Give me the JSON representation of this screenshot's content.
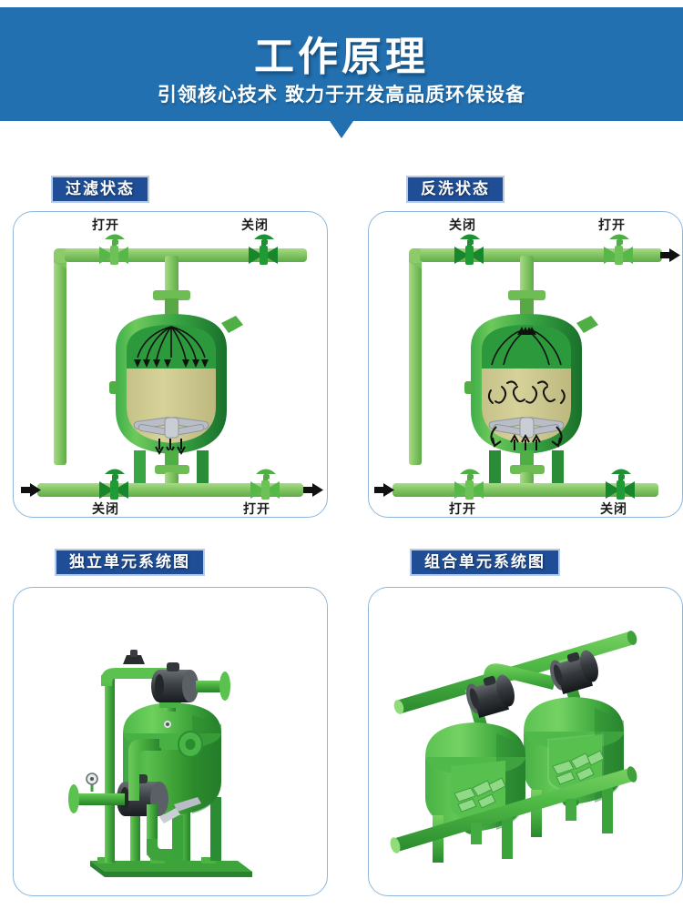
{
  "header": {
    "title": "工作原理",
    "subtitle": "引领核心技术  致力于开发高品质环保设备",
    "bg_color": "#2270b0",
    "text_color": "#ffffff"
  },
  "theme": {
    "badge_bg": "#1f4e96",
    "badge_border": "#b9cbe4",
    "card_border": "#8fb6da",
    "pipe_light": "#86c765",
    "pipe_mid": "#5ab34a",
    "tank_green": "#2f9b3f",
    "tank_dark": "#1d7a2e",
    "media_khaki": "#cdc98f",
    "valve_dark": "#3a3a3a",
    "arrow_black": "#111111"
  },
  "sections": [
    {
      "id": "filter-state",
      "label": "过滤状态",
      "valves": [
        {
          "name": "top-left-valve",
          "label": "打开",
          "state": "open"
        },
        {
          "name": "top-right-valve",
          "label": "关闭",
          "state": "closed"
        },
        {
          "name": "bottom-left-valve",
          "label": "关闭",
          "state": "closed"
        },
        {
          "name": "bottom-right-valve",
          "label": "打开",
          "state": "open"
        }
      ],
      "flow": {
        "inlet": "left-bottom",
        "outlet": "right-bottom",
        "direction": "downflow"
      }
    },
    {
      "id": "backwash-state",
      "label": "反洗状态",
      "valves": [
        {
          "name": "top-left-valve",
          "label": "关闭",
          "state": "closed"
        },
        {
          "name": "top-right-valve",
          "label": "打开",
          "state": "open"
        },
        {
          "name": "bottom-left-valve",
          "label": "打开",
          "state": "open"
        },
        {
          "name": "bottom-right-valve",
          "label": "关闭",
          "state": "closed"
        }
      ],
      "flow": {
        "inlet": "left-bottom",
        "outlet": "right-top",
        "direction": "upflow"
      }
    },
    {
      "id": "single-unit-system",
      "label": "独立单元系统图"
    },
    {
      "id": "combined-unit-system",
      "label": "组合单元系统图"
    }
  ]
}
